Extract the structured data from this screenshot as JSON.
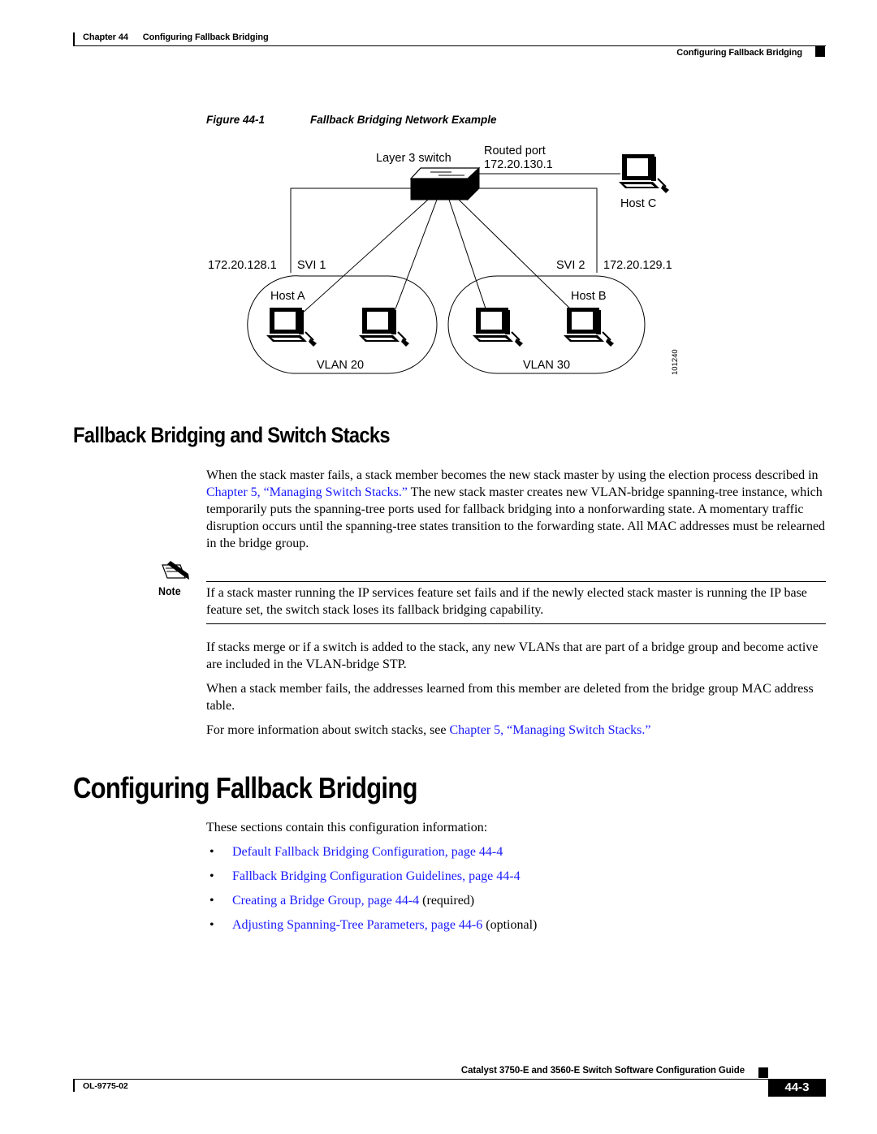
{
  "header": {
    "chapter_label": "Chapter 44",
    "chapter_title": "Configuring Fallback Bridging",
    "section_title": "Configuring Fallback Bridging"
  },
  "figure": {
    "number": "Figure 44-1",
    "title": "Fallback Bridging Network Example",
    "labels": {
      "layer3_switch": "Layer 3 switch",
      "routed_port": "Routed port",
      "routed_ip": "172.20.130.1",
      "host_c": "Host C",
      "svi1_ip": "172.20.128.1",
      "svi1": "SVI 1",
      "svi2": "SVI 2",
      "svi2_ip": "172.20.129.1",
      "host_a": "Host A",
      "host_b": "Host B",
      "vlan20": "VLAN 20",
      "vlan30": "VLAN 30",
      "figure_id": "101240"
    }
  },
  "section_stacks": {
    "heading": "Fallback Bridging and Switch Stacks",
    "para1_a": "When the stack master fails, a stack member becomes the new stack master by using the election process described in ",
    "para1_link": "Chapter 5, “Managing Switch Stacks.”",
    "para1_b": " The new stack master creates new VLAN-bridge spanning-tree instance, which temporarily puts the spanning-tree ports used for fallback bridging into a nonforwarding state. A momentary traffic disruption occurs until the spanning-tree states transition to the forwarding state. All MAC addresses must be relearned in the bridge group.",
    "note_label": "Note",
    "note_text": "If a stack master running the IP services feature set fails and if the newly elected stack master is running the IP base feature set, the switch stack loses its fallback bridging capability.",
    "para2": "If stacks merge or if a switch is added to the stack, any new VLANs that are part of a bridge group and become active are included in the VLAN-bridge STP.",
    "para3": "When a stack member fails, the addresses learned from this member are deleted from the bridge group MAC address table.",
    "para4_a": "For more information about switch stacks, see ",
    "para4_link": "Chapter 5, “Managing Switch Stacks.”"
  },
  "section_config": {
    "heading": "Configuring Fallback Bridging",
    "intro": "These sections contain this configuration information:",
    "bullets": [
      {
        "link": "Default Fallback Bridging Configuration, page 44-4",
        "suffix": ""
      },
      {
        "link": "Fallback Bridging Configuration Guidelines, page 44-4",
        "suffix": ""
      },
      {
        "link": "Creating a Bridge Group, page 44-4",
        "suffix": " (required)"
      },
      {
        "link": "Adjusting Spanning-Tree Parameters, page 44-6",
        "suffix": " (optional)"
      }
    ],
    "bullet_char": "•"
  },
  "footer": {
    "guide_title": "Catalyst 3750-E and 3560-E Switch Software Configuration Guide",
    "doc_number": "OL-9775-02",
    "page_number": "44-3"
  }
}
